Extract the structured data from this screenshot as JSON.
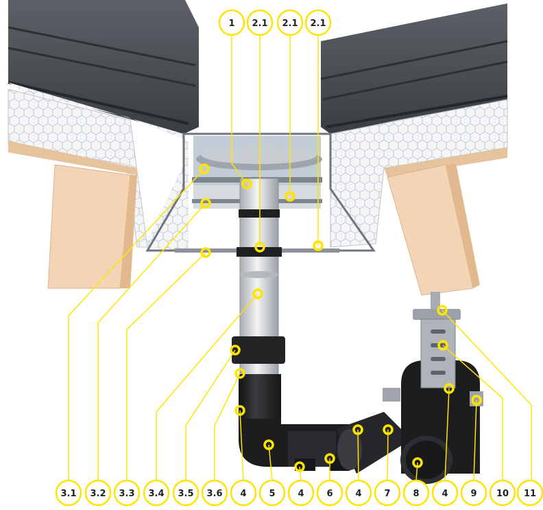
{
  "top_labels": [
    "1",
    "2.1",
    "2.1",
    "2.1"
  ],
  "bottom_labels": [
    "3.1",
    "3.2",
    "3.3",
    "3.4",
    "3.5",
    "3.6",
    "4",
    "5",
    "4",
    "6",
    "4",
    "7",
    "8",
    "4",
    "9",
    "10",
    "11"
  ],
  "colors": {
    "callout": "#ffe400",
    "roof_metal": "#4a4f54",
    "insulation": "#eef0f3",
    "wood": "#f3d5b5",
    "pipe_metal": "#d9dcdf",
    "pipe_black": "#1e1f21",
    "tray": "#9aa3ac"
  }
}
